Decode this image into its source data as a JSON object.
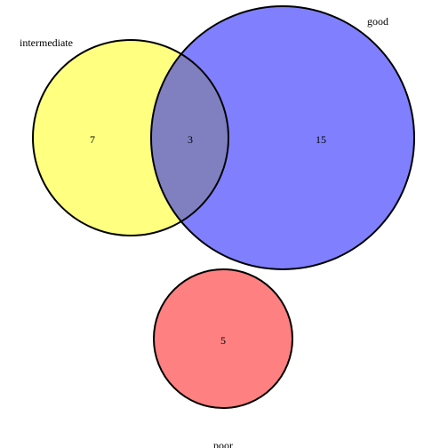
{
  "diagram": {
    "type": "venn",
    "sets": [
      {
        "id": "intermediate",
        "label": "intermediate",
        "color": "#FFFF80"
      },
      {
        "id": "good",
        "label": "good",
        "color": "#8080FF"
      },
      {
        "id": "poor",
        "label": "poor",
        "color": "#FF8080"
      }
    ],
    "overlap_color": "#8080C0",
    "regions": [
      {
        "sets": [
          "intermediate"
        ],
        "count": "7"
      },
      {
        "sets": [
          "intermediate",
          "good"
        ],
        "count": "3"
      },
      {
        "sets": [
          "good"
        ],
        "count": "15"
      },
      {
        "sets": [
          "poor"
        ],
        "count": "5"
      }
    ]
  }
}
